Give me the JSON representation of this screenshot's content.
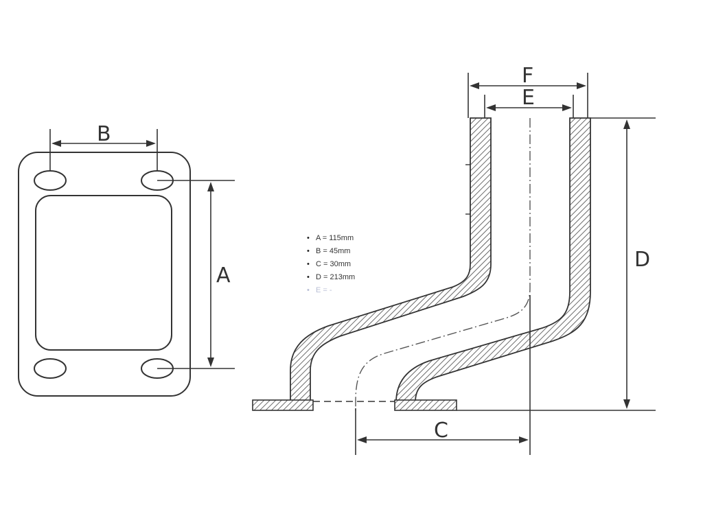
{
  "labels": {
    "a": "A",
    "b": "B",
    "c": "C",
    "d": "D",
    "e": "E",
    "f": "F"
  },
  "specs": [
    "A = 115mm",
    "B = 45mm",
    "C = 30mm",
    "D = 213mm",
    "E = -"
  ],
  "colors": {
    "line": "#333333",
    "faded_text": "#b9bfd6"
  }
}
